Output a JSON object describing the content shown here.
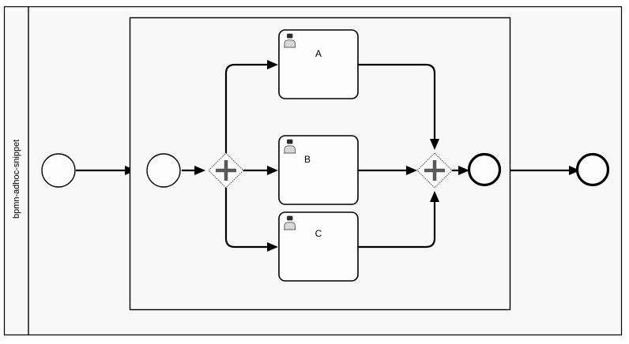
{
  "diagram": {
    "type": "bpmn-process-diagram",
    "pool": {
      "label": "bpmn-adhoc-snippet"
    },
    "events": [
      {
        "id": "start-event",
        "kind": "start",
        "label": ""
      },
      {
        "id": "sub-start-event",
        "kind": "start",
        "label": ""
      },
      {
        "id": "sub-end-event",
        "kind": "end",
        "label": ""
      },
      {
        "id": "end-event",
        "kind": "end",
        "label": ""
      }
    ],
    "gateways": [
      {
        "id": "parallel-split-gateway",
        "kind": "parallel",
        "marker": "+",
        "label": ""
      },
      {
        "id": "parallel-join-gateway",
        "kind": "parallel",
        "marker": "+",
        "label": ""
      }
    ],
    "tasks": [
      {
        "id": "task-a",
        "label": "A",
        "icon": "user-task-icon"
      },
      {
        "id": "task-b",
        "label": "B",
        "icon": "user-task-icon"
      },
      {
        "id": "task-c",
        "label": "C",
        "icon": "user-task-icon"
      }
    ],
    "subprocess": {
      "id": "adhoc-subprocess",
      "label": ""
    },
    "colors": {
      "stroke": "#000000",
      "canvas": "#ffffff",
      "pool_fill": "#f8f8f8",
      "shape_fill": "#fdfdfd",
      "gateway_marker": "#585858",
      "icon_fill": "#d8d8d8"
    }
  }
}
